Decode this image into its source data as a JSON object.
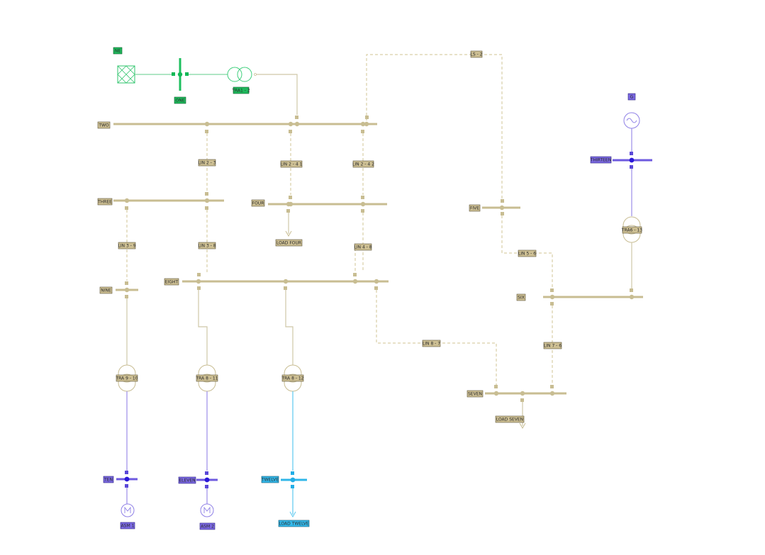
{
  "labels": {
    "ne": "NE",
    "one": "ONE",
    "tra1_2": "TRA1 - 2",
    "ls_2": "LS - 2",
    "two": "TWO",
    "lin2_3": "LIN 2 - 3",
    "lin2_4_1": "LIN 2 - 4 1",
    "lin2_4_2": "LIN 2 - 4 2",
    "three": "THREE",
    "four": "FOUR",
    "load_four": "LOAD FOUR",
    "lin3_9": "LIN 3 - 9",
    "lin3_8": "LIN 3 - 8",
    "lin4_8": "LIN 4 - 8",
    "nine": "NINE",
    "eight": "EIGHT",
    "five": "FIVE",
    "lin5_6": "LIN 5 - 6",
    "six": "SIX",
    "g": "G",
    "thirteen": "THIRTEEN",
    "tra6_13": "TRA6 - 13",
    "lin8_7": "LIN 8 - 7",
    "lin7_6": "LIN 7 - 6",
    "seven": "SEVEN",
    "load_seven": "LOAD SEVEN",
    "tra9_10": "TRA 9 - 10",
    "tra8_11": "TRA 8 - 11",
    "tra8_12": "TRA 8 - 12",
    "ten": "TEN",
    "eleven": "ELEVEN",
    "twelve": "TWELVE",
    "asm1": "ASM 1",
    "asm2": "ASM 2",
    "load_twelve": "LOAD TWELVE"
  },
  "colors": {
    "tan": "#c8bd92",
    "green": "#1fbf5f",
    "blue": "#6e5adf",
    "cyan": "#2fb6e8"
  }
}
